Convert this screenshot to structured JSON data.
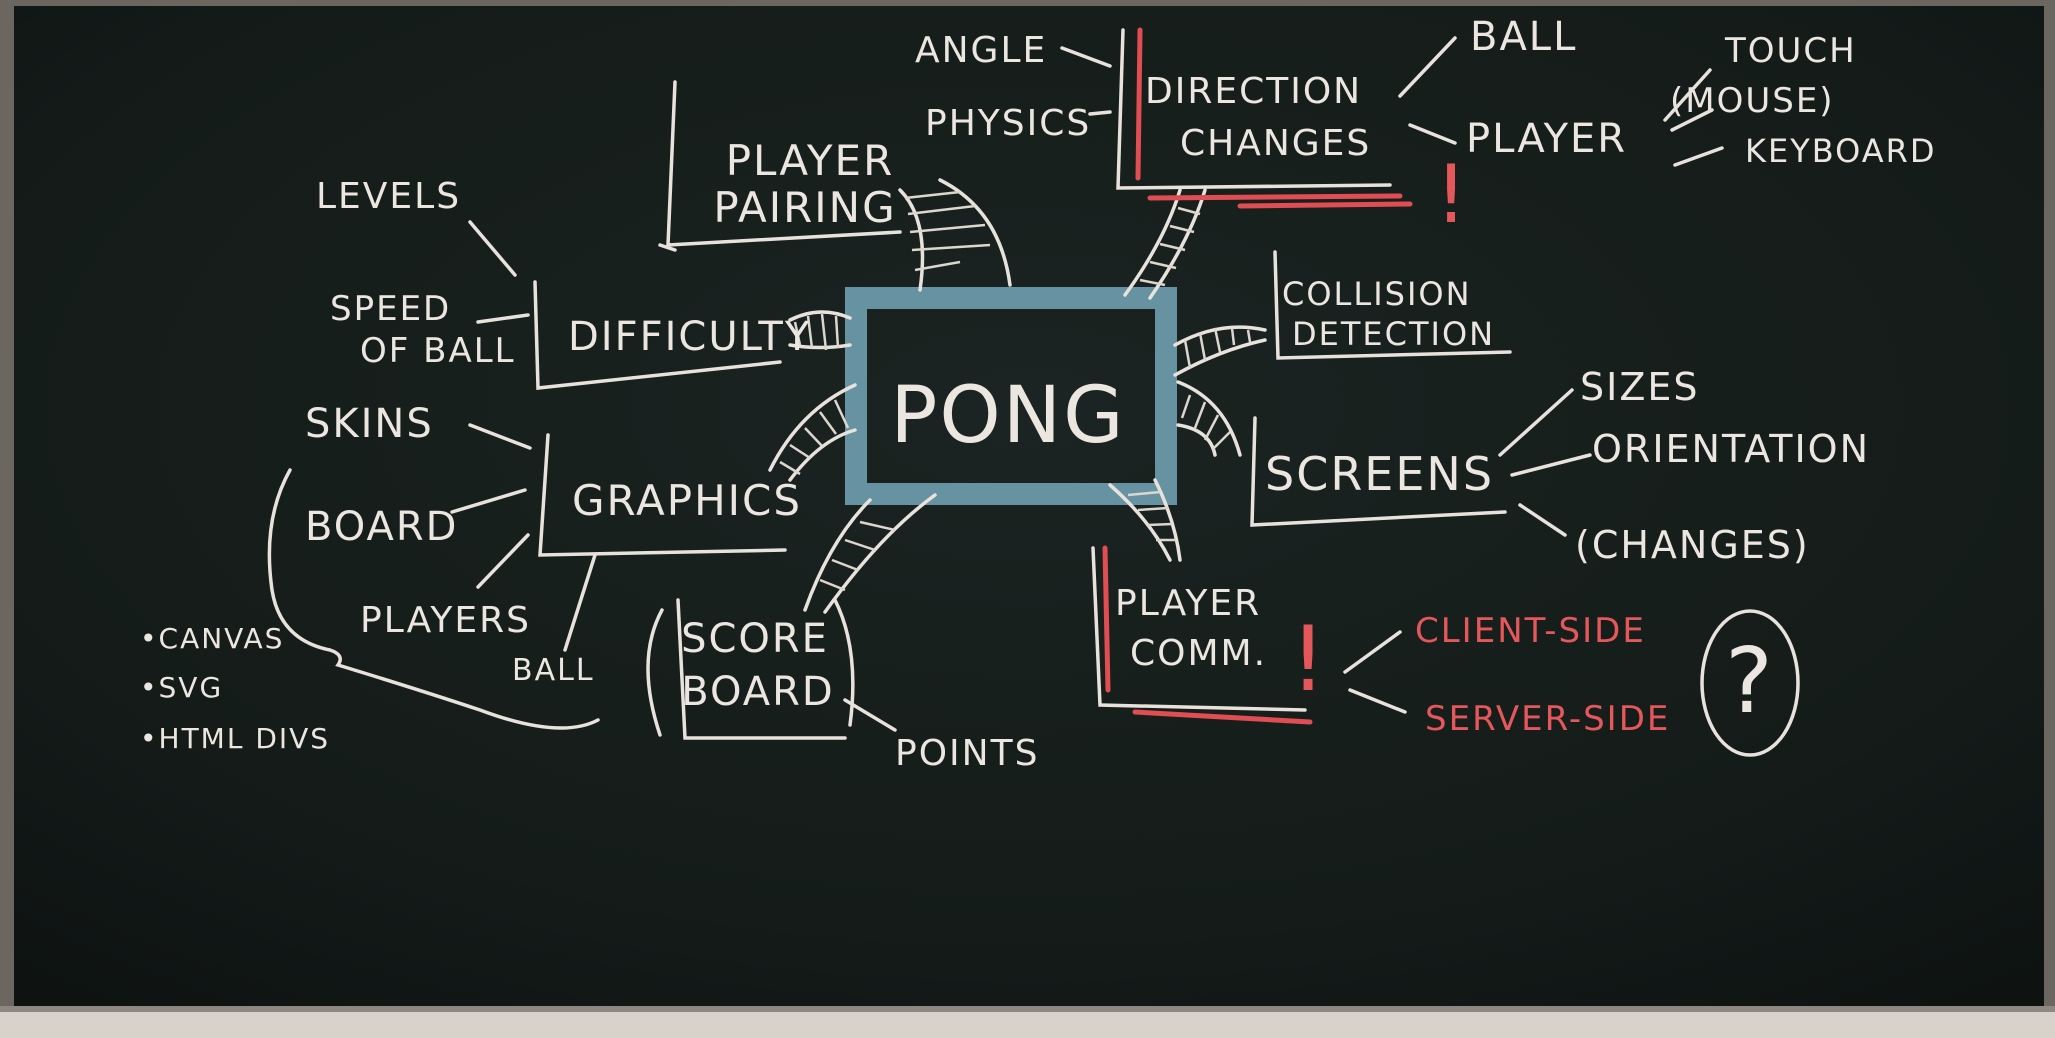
{
  "colors": {
    "board": "#151d1b",
    "chalk": "#ece6e0",
    "red_chalk": "#e04d52",
    "blue_chalk": "#6f9fb0",
    "frame": "#cfc6bd"
  },
  "center": {
    "label": "PONG"
  },
  "player_pairing": {
    "label_line1": "PLAYER",
    "label_line2": "PAIRING"
  },
  "difficulty": {
    "label": "DIFFICULTY",
    "levels": "LEVELS",
    "speed_line1": "SPEED",
    "speed_line2": "OF BALL"
  },
  "graphics": {
    "label": "GRAPHICS",
    "skins": "SKINS",
    "board": "BOARD",
    "players": "PLAYERS",
    "ball": "BALL",
    "tech": [
      "•CANVAS",
      "•SVG",
      "•HTML DIVS"
    ]
  },
  "scoreboard": {
    "label_line1": "SCORE",
    "label_line2": "BOARD",
    "points": "POINTS"
  },
  "direction": {
    "label_line1": "DIRECTION",
    "label_line2": "CHANGES",
    "angle": "ANGLE",
    "physics": "PHYSICS",
    "ball": "BALL",
    "player": "PLAYER",
    "touch": "TOUCH",
    "mouse": "(MOUSE)",
    "keyboard": "KEYBOARD",
    "mark": "!"
  },
  "collision": {
    "label_line1": "COLLISION",
    "label_line2": "DETECTION"
  },
  "screens": {
    "label": "SCREENS",
    "sizes": "SIZES",
    "orientation": "ORIENTATION",
    "changes": "(CHANGES)"
  },
  "player_comm": {
    "label_line1": "PLAYER",
    "label_line2": "COMM.",
    "mark": "!",
    "client": "CLIENT-SIDE",
    "server": "SERVER-SIDE",
    "question": "?"
  }
}
